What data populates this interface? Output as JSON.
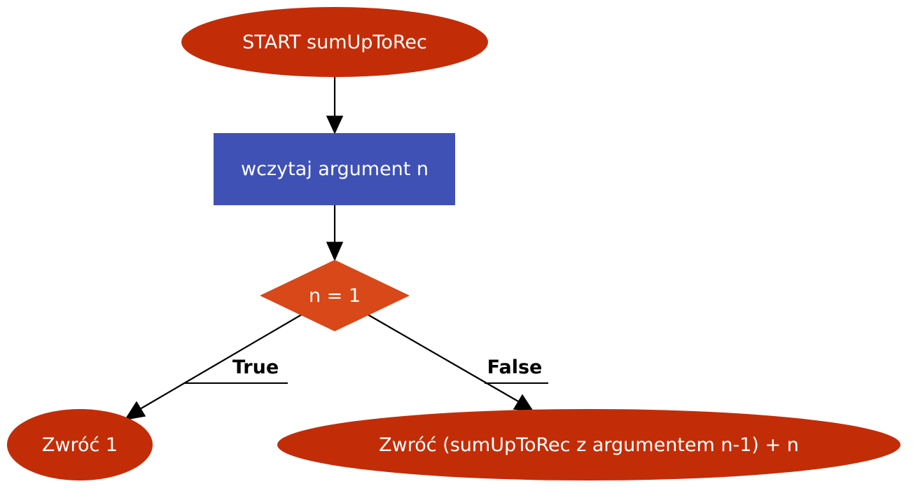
{
  "nodes": {
    "start": {
      "label": "START sumUpToRec",
      "shape": "ellipse",
      "color": "#c22d08"
    },
    "input": {
      "label": "wczytaj argument n",
      "shape": "rectangle",
      "color": "#3f51b5"
    },
    "decision": {
      "label": "n = 1",
      "shape": "diamond",
      "color": "#d84818"
    },
    "return_true": {
      "label": "Zwróć 1",
      "shape": "ellipse",
      "color": "#c22d08"
    },
    "return_false": {
      "label": "Zwróć (sumUpToRec z argumentem n-1) + n",
      "shape": "ellipse",
      "color": "#c22d08"
    }
  },
  "edges": {
    "start_to_input": {
      "from": "start",
      "to": "input",
      "label": ""
    },
    "input_to_decision": {
      "from": "input",
      "to": "decision",
      "label": ""
    },
    "decision_true": {
      "from": "decision",
      "to": "return_true",
      "label": "True"
    },
    "decision_false": {
      "from": "decision",
      "to": "return_false",
      "label": "False"
    }
  },
  "colors": {
    "edge": "#000000",
    "node_text": "#ffffff",
    "background": "#ffffff"
  }
}
